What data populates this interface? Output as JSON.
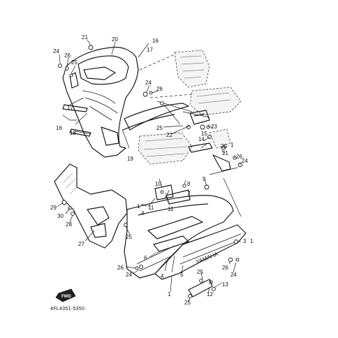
{
  "diagram_code": "4FL4351-5350",
  "fwd_label": "FWD",
  "brand_text": "YAMAHA",
  "callouts": {
    "c1": "1",
    "c1b": "1",
    "c1c": "1",
    "c2": "2",
    "c3": "3",
    "c4": "4",
    "c5": "5",
    "c6": "6",
    "c7": "7",
    "c8": "8",
    "c9": "9",
    "c10": "10",
    "c11": "11",
    "c11b": "11",
    "c12": "12",
    "c13": "13",
    "c14": "14",
    "c15": "15",
    "c16": "16",
    "c16b": "16",
    "c17": "17",
    "c17b": "17",
    "c18": "18",
    "c19": "19",
    "c20": "20",
    "c21": "21",
    "c21b": "21",
    "c22": "22",
    "c23": "23",
    "c24": "24",
    "c24b": "24",
    "c24c": "24",
    "c24d": "24",
    "c24e": "24",
    "c25": "25",
    "c25b": "25",
    "c25c": "25",
    "c25d": "25",
    "c25e": "25",
    "c26": "26",
    "c26b": "26",
    "c26c": "26",
    "c26d": "26",
    "c26e": "26",
    "c27": "27",
    "c28": "28",
    "c29": "29",
    "c30": "30"
  }
}
